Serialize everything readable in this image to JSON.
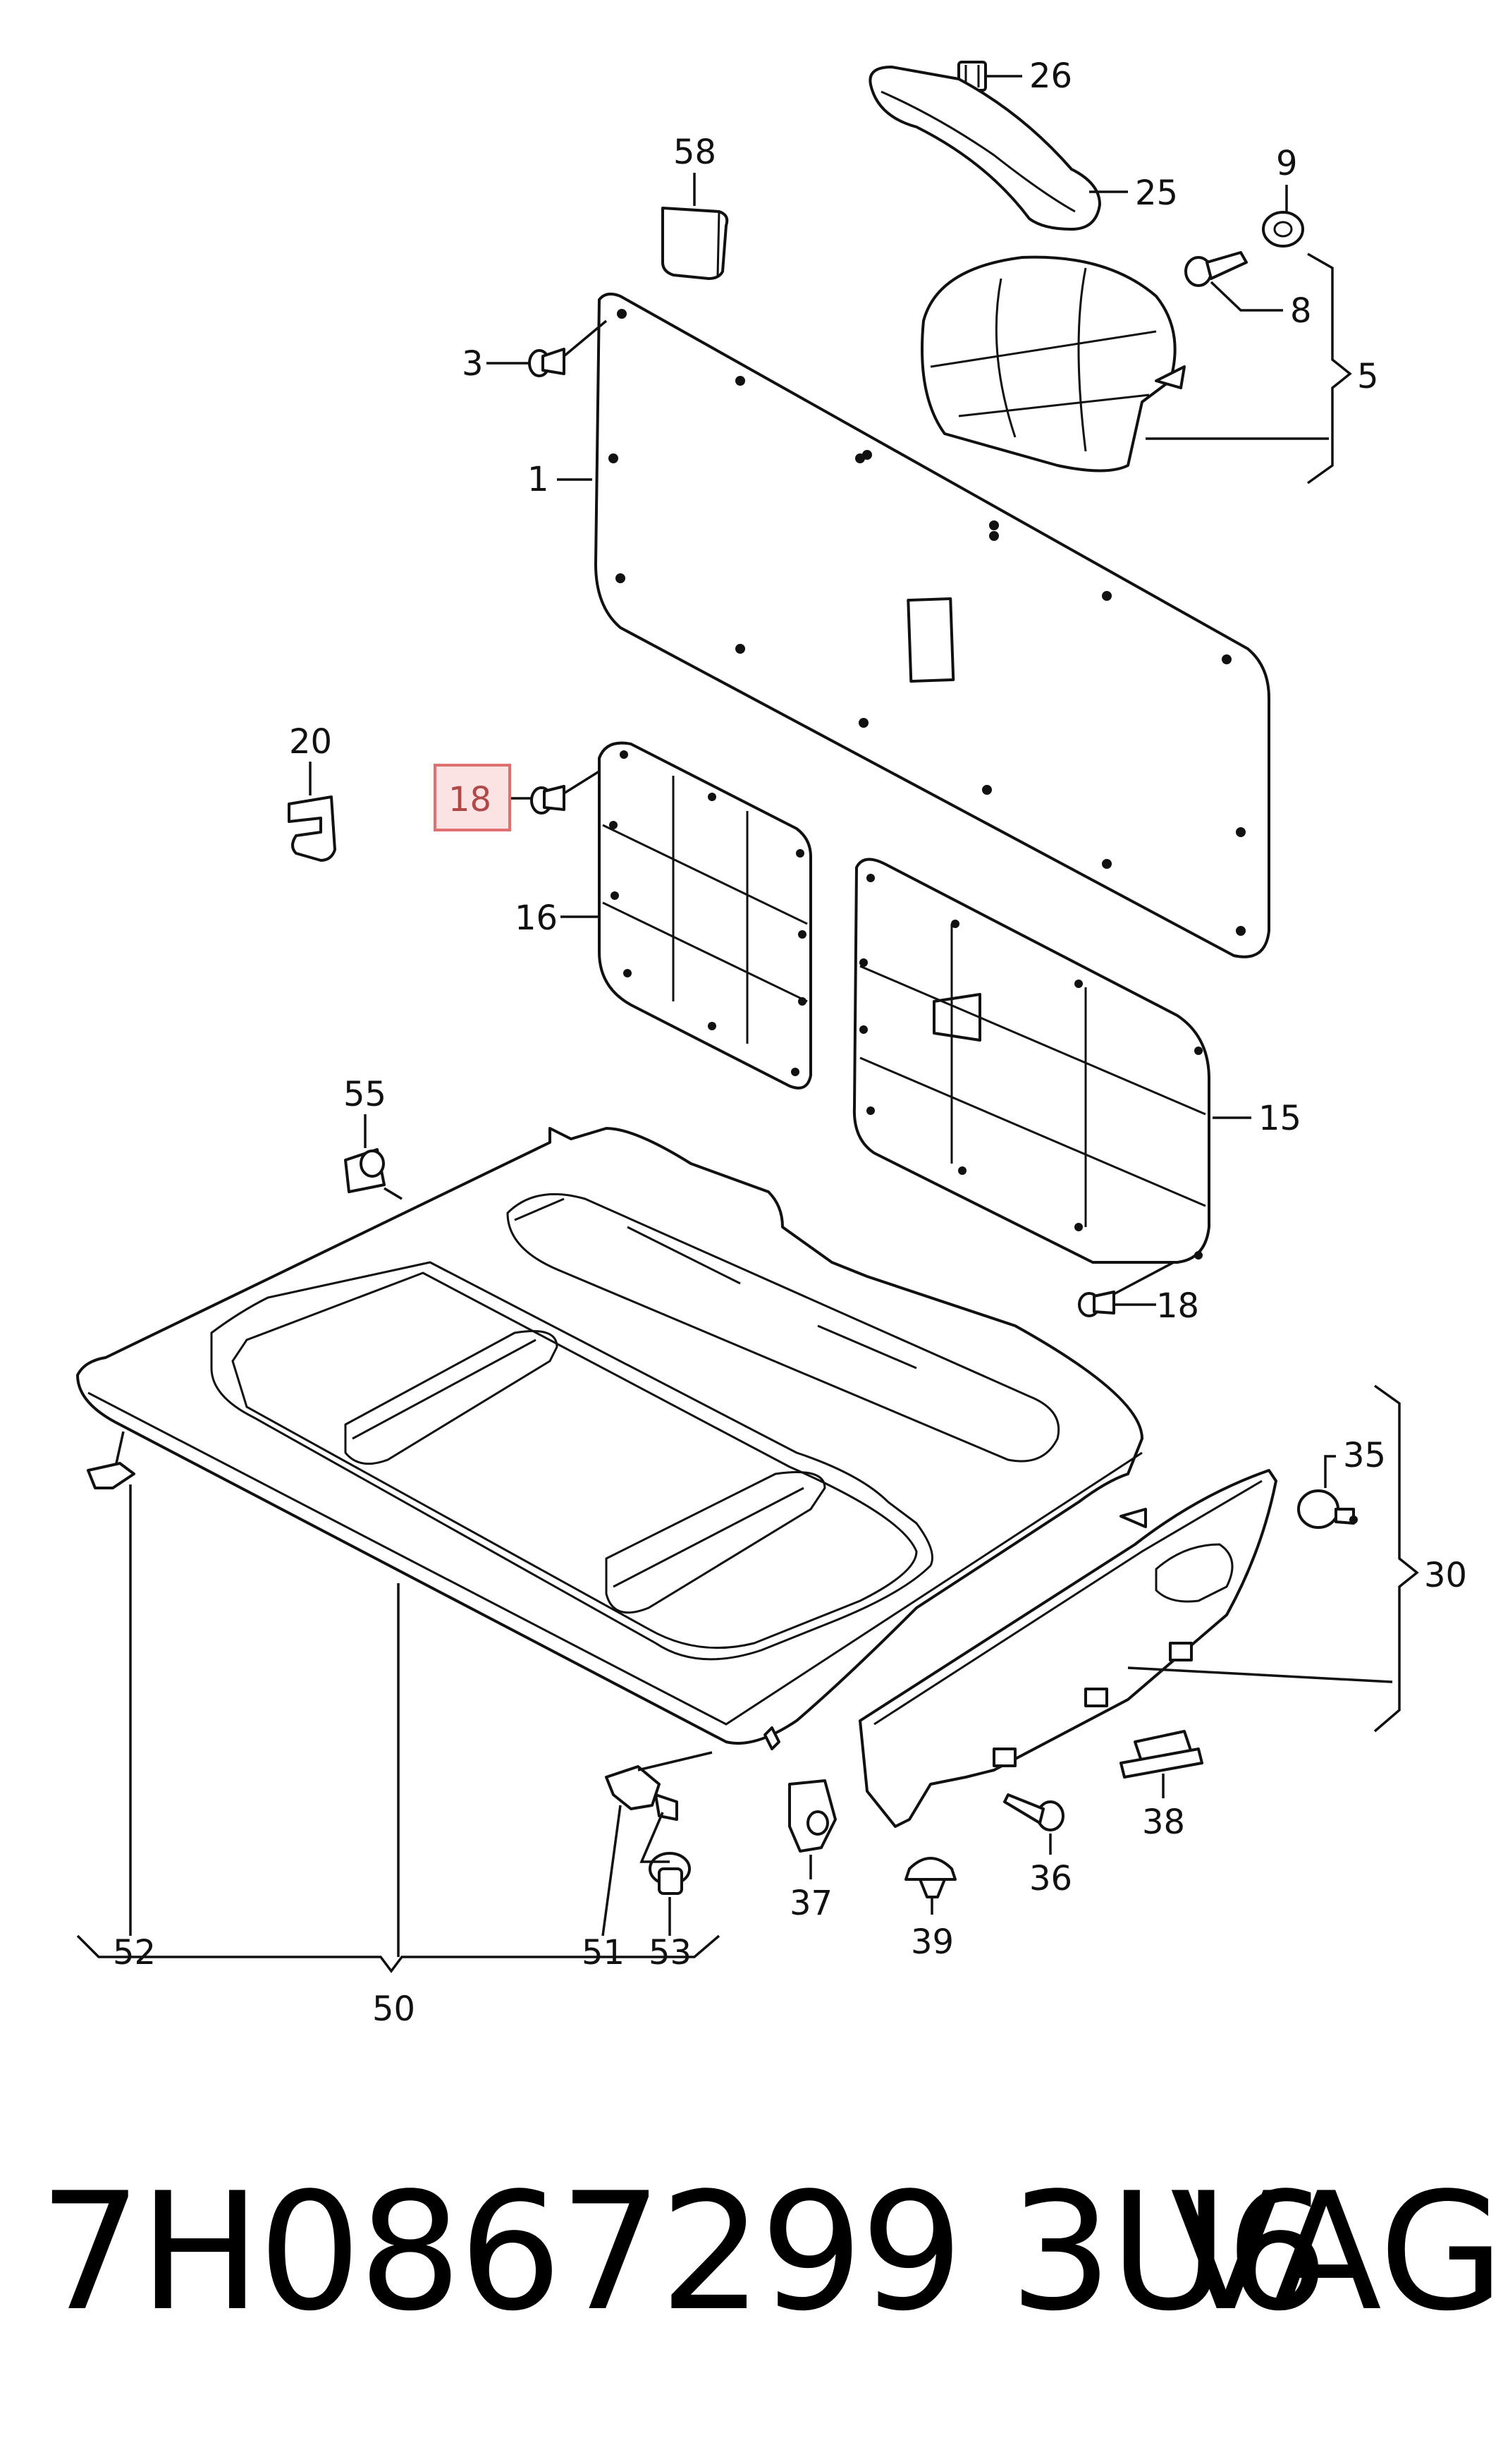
{
  "diagram": {
    "highlight_color": "#e07070",
    "highlight_fill": "#fbe3e3",
    "callouts": {
      "c1": "1",
      "c3": "3",
      "c5": "5",
      "c8": "8",
      "c9": "9",
      "c15": "15",
      "c16": "16",
      "c18a": "18",
      "c18b": "18",
      "c20": "20",
      "c25": "25",
      "c26": "26",
      "c30": "30",
      "c35": "35",
      "c36": "36",
      "c37": "37",
      "c38": "38",
      "c39": "39",
      "c50": "50",
      "c51": "51",
      "c52": "52",
      "c53": "53",
      "c55": "55",
      "c58": "58"
    }
  },
  "footer": {
    "part_number": "7H0867299 3U6",
    "brand": "VAG"
  }
}
